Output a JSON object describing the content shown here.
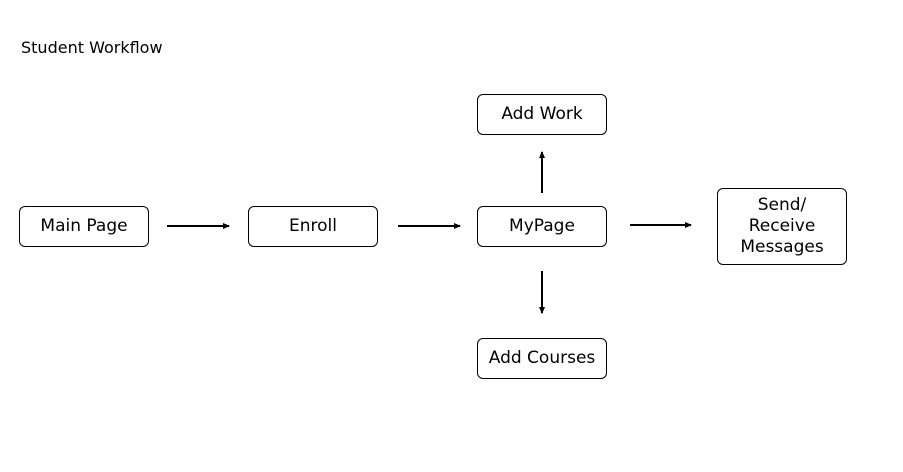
{
  "diagram": {
    "title": "Student Workflow",
    "nodes": {
      "main_page": "Main Page",
      "enroll": "Enroll",
      "mypage": "MyPage",
      "add_work": "Add Work",
      "add_courses": "Add Courses",
      "send_receive": "Send/\nReceive\nMessages"
    },
    "edges": [
      {
        "from": "Main Page",
        "to": "Enroll"
      },
      {
        "from": "Enroll",
        "to": "MyPage"
      },
      {
        "from": "MyPage",
        "to": "Add Work"
      },
      {
        "from": "MyPage",
        "to": "Add Courses"
      },
      {
        "from": "MyPage",
        "to": "Send/ Receive Messages"
      }
    ]
  }
}
